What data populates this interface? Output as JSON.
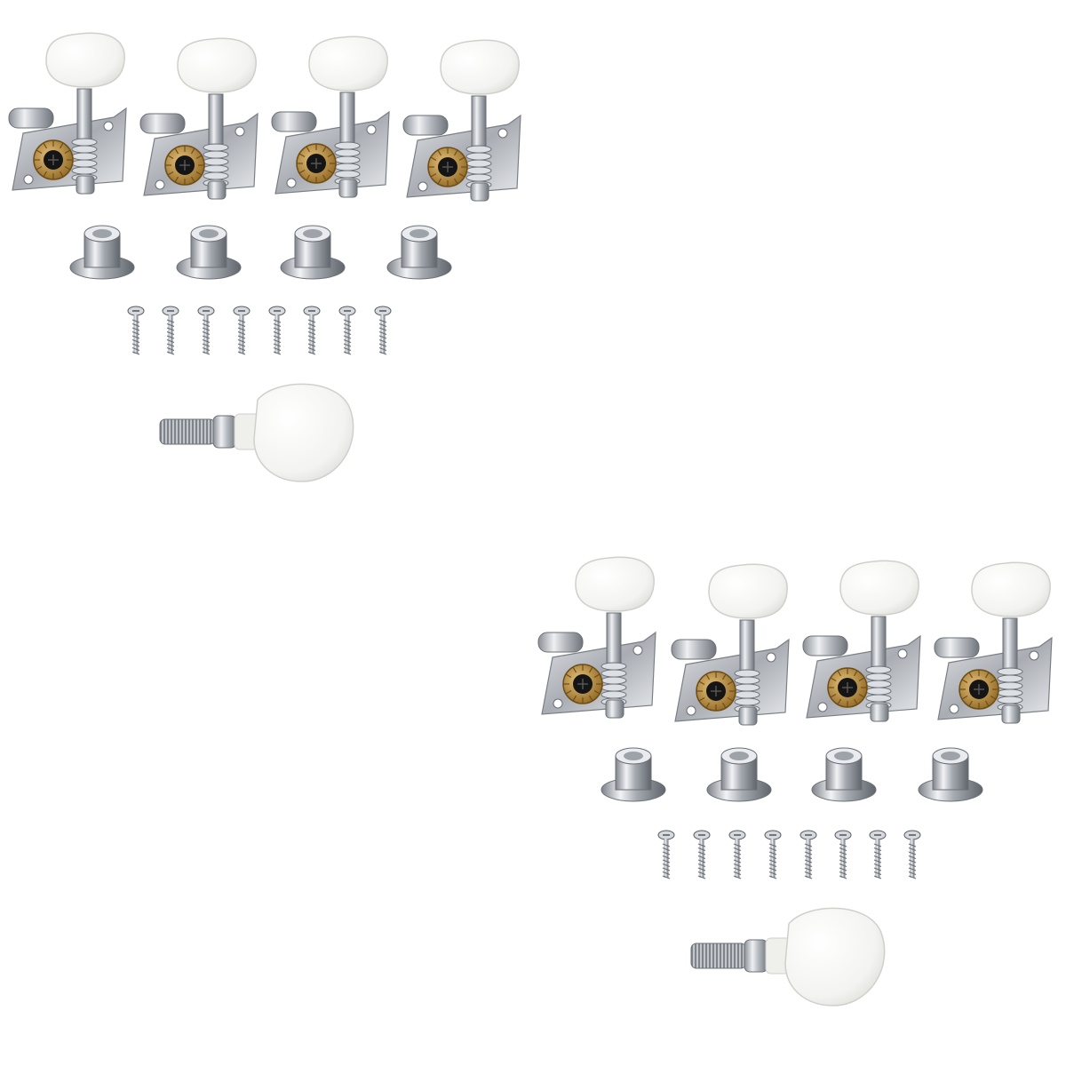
{
  "scene": {
    "background": "#ffffff",
    "sets": [
      {
        "name": "set-top-left",
        "tuners": 4,
        "bushings": 4,
        "screws": 8,
        "fifth_string_peg": 1
      },
      {
        "name": "set-bottom-right",
        "tuners": 4,
        "bushings": 4,
        "screws": 8,
        "fifth_string_peg": 1
      }
    ],
    "colors": {
      "button": "#f7f7f5",
      "chrome": "#c9ccd0",
      "chrome_dark": "#7c8188",
      "brass": "#b8892f",
      "screw_head": "#111111"
    }
  }
}
